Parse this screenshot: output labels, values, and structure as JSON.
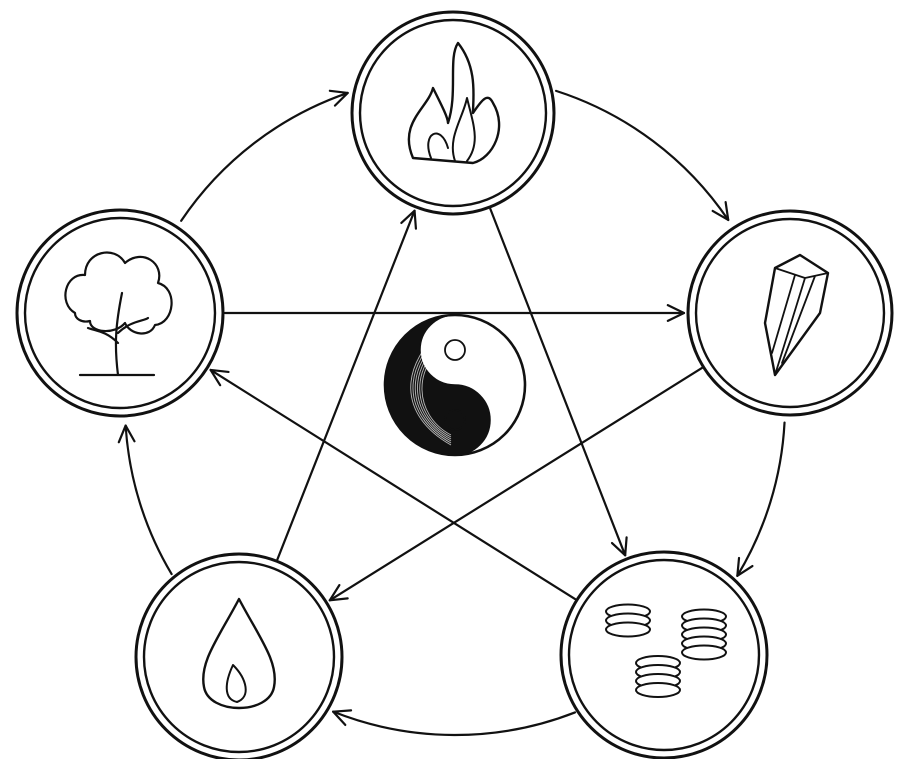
{
  "diagram": {
    "background_color": "#ffffff",
    "frame_color": "#2f4a3c",
    "ink_color": "#111111",
    "center": {
      "symbol": "yin-yang"
    },
    "nodes": [
      {
        "id": "fire",
        "icon": "flame-icon"
      },
      {
        "id": "earth",
        "icon": "crystal-icon"
      },
      {
        "id": "metal",
        "icon": "coins-icon"
      },
      {
        "id": "water",
        "icon": "water-drop-icon"
      },
      {
        "id": "wood",
        "icon": "tree-icon"
      }
    ],
    "generating_cycle": [
      {
        "from": "fire",
        "to": "earth"
      },
      {
        "from": "earth",
        "to": "metal"
      },
      {
        "from": "metal",
        "to": "water"
      },
      {
        "from": "water",
        "to": "wood"
      },
      {
        "from": "wood",
        "to": "fire"
      }
    ],
    "controlling_cycle": [
      {
        "from": "fire",
        "to": "metal"
      },
      {
        "from": "metal",
        "to": "wood"
      },
      {
        "from": "wood",
        "to": "earth"
      },
      {
        "from": "earth",
        "to": "water"
      },
      {
        "from": "water",
        "to": "fire"
      }
    ]
  }
}
